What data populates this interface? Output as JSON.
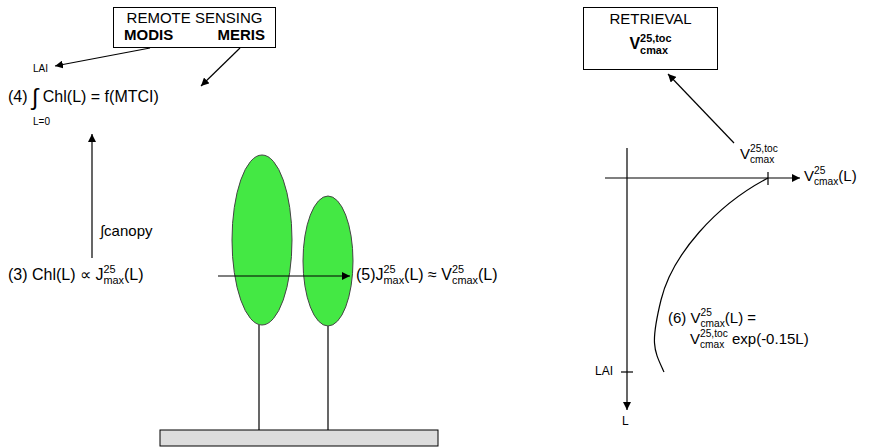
{
  "diagram": {
    "nodes": [
      {
        "text": [
          "REMOTE SENSING",
          "MODIS",
          "MERIS"
        ]
      },
      {
        "text": [
          "RETRIEVAL",
          "V25,toccmax"
        ]
      }
    ],
    "labels": [
      "LAI",
      "(4) ∫ Chl(L) = f(MTCI)",
      "L=0",
      "∫canopy",
      "(3) Chl(L) ∝ J25max(L)",
      "(5)J25max(L) ≈ V25cmax(L)",
      "V25,toccmax",
      "V25cmax(L)",
      "(6) V25cmax(L) = V25,toccmax exp(-0.15L)",
      "LAI",
      "L"
    ]
  }
}
